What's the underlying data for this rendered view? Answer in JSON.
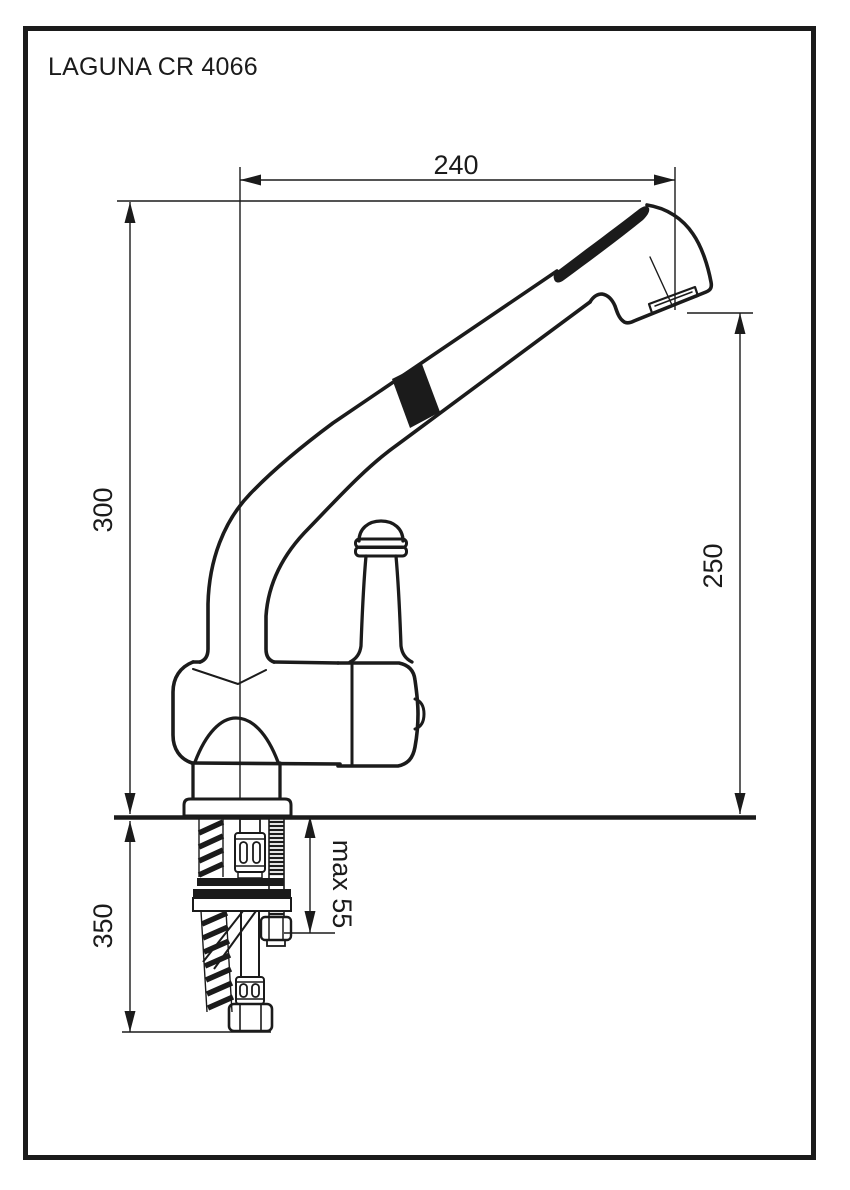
{
  "title": "LAGUNA CR 4066",
  "drawing": {
    "dimensions": {
      "spout_reach": "240",
      "height_above_worktop": "300",
      "outlet_height_above_worktop": "250",
      "length_below_worktop": "350",
      "max_worktop_thickness": "max 55"
    }
  },
  "colors": {
    "ink": "#1b1b1b",
    "background": "#ffffff"
  }
}
